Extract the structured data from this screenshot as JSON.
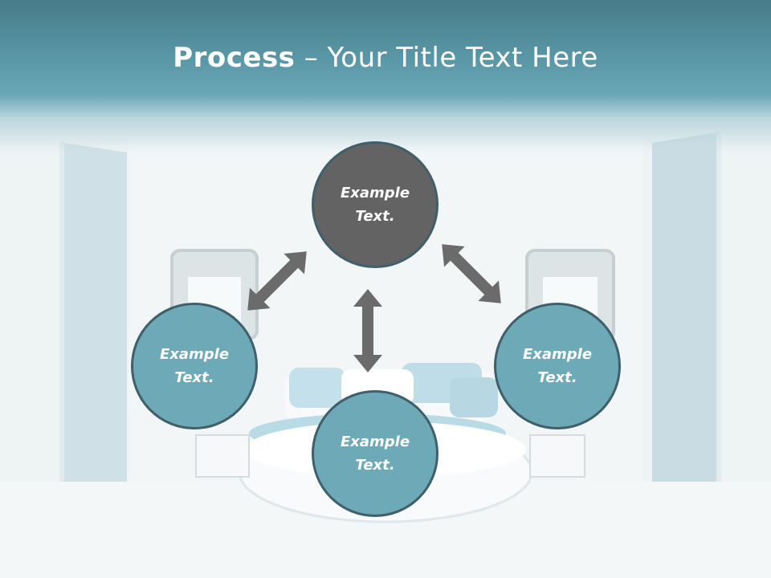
{
  "title": {
    "bold": "Process",
    "rest": " – Your Title Text Here"
  },
  "nodes": {
    "top": {
      "line1": "Example",
      "line2": "Text."
    },
    "left": {
      "line1": "Example",
      "line2": "Text."
    },
    "right": {
      "line1": "Example",
      "line2": "Text."
    },
    "bottom": {
      "line1": "Example",
      "line2": "Text."
    }
  },
  "colors": {
    "header": "#5a98a8",
    "top_node": "#636363",
    "teal_node": "#6ea9b7",
    "node_border": "#3f5f6a",
    "arrow": "#6b6b6b"
  }
}
